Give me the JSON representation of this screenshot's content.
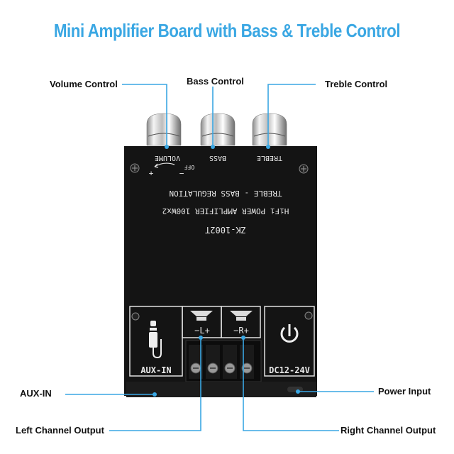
{
  "title": "Mini Amplifier Board with Bass & Treble Control",
  "colors": {
    "title": "#3aa7e3",
    "callout_line": "#3aa7e3",
    "board": "#141414",
    "silkscreen": "#e8e8e8"
  },
  "callouts": {
    "volume": "Volume Control",
    "bass": "Bass Control",
    "treble": "Treble Control",
    "aux_in": "AUX-IN",
    "power_input": "Power Input",
    "left_output": "Left Channel Output",
    "right_output": "Right Channel Output"
  },
  "board": {
    "knob_labels": {
      "volume": "VOLUME",
      "bass": "BASS",
      "treble": "TREBLE"
    },
    "volume_marks": {
      "off": "OFF",
      "minus": "−",
      "plus": "+"
    },
    "text_lines": [
      "TREBLE - BASS REGULATION",
      "HiFi POWER AMPLIFIER 100Wx2",
      "ZK-1002T"
    ],
    "panels": {
      "aux_label": "AUX-IN",
      "left_label": "−L+",
      "right_label": "−R+",
      "power_label": "DC12-24V"
    }
  }
}
